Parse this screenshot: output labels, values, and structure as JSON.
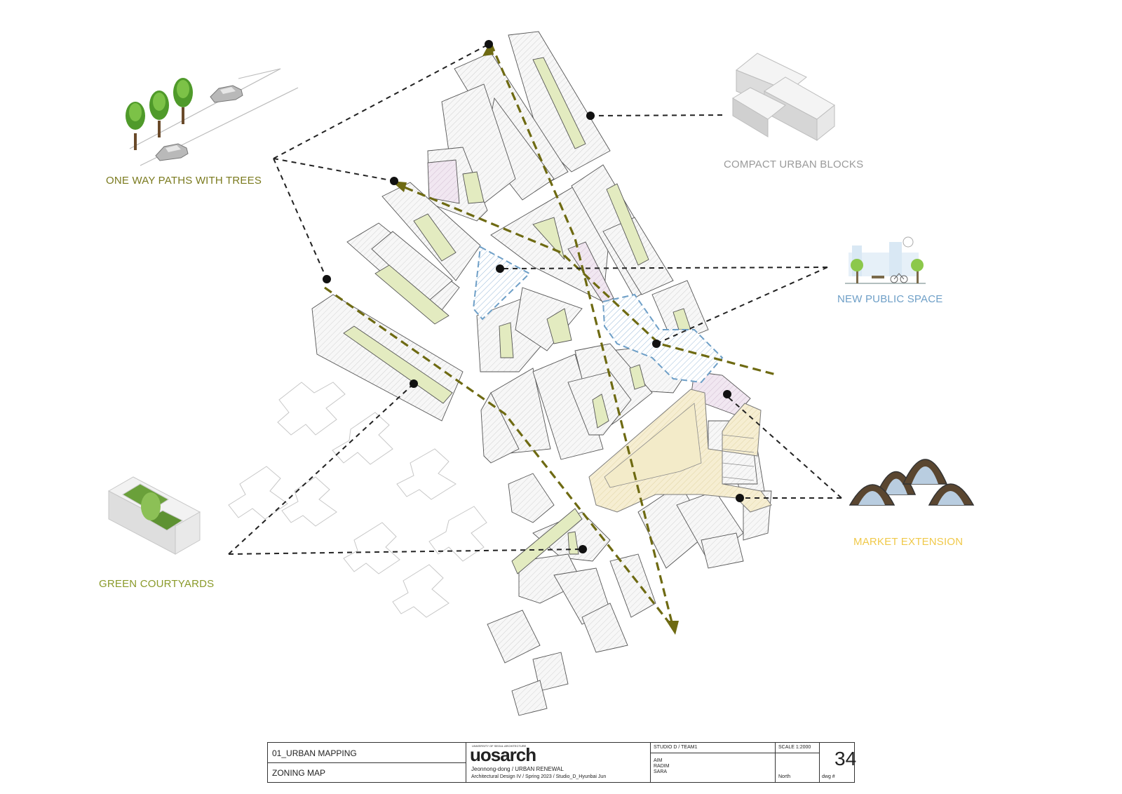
{
  "labels": {
    "one_way_paths": "ONE WAY PATHS WITH TREES",
    "compact_blocks": "COMPACT URBAN BLOCKS",
    "public_space": "NEW PUBLIC SPACE",
    "market_extension": "MARKET EXTENSION",
    "green_courtyards": "GREEN COURTYARDS"
  },
  "colors": {
    "olive": "#7a7a1e",
    "path_olive": "#6e6a12",
    "green_fill": "#e3ebc0",
    "public_blue": "#6e9fc7",
    "market_yellow": "#f3ebc9",
    "market_label": "#f0c94a",
    "purple": "#efe4ef",
    "gray_label": "#9a9a9a"
  },
  "title_block": {
    "section": "01_URBAN MAPPING",
    "drawing": "ZONING MAP",
    "logo_small": "UNIVERSITY OF SEOUL ARCHITECTURE",
    "logo": "uosarch",
    "project": "Jeonnong-dong / URBAN RENEWAL",
    "course": "Architectural Design IV / Spring 2023 / Studio_D_Hyunbai Jun",
    "studio": "STUDIO D / TEAM1",
    "members": [
      "AIM",
      "RADIM",
      "SARA"
    ],
    "scale": "SCALE 1:2000",
    "north": "North",
    "dwg_number": "34",
    "dwg_label": "dwg #"
  }
}
